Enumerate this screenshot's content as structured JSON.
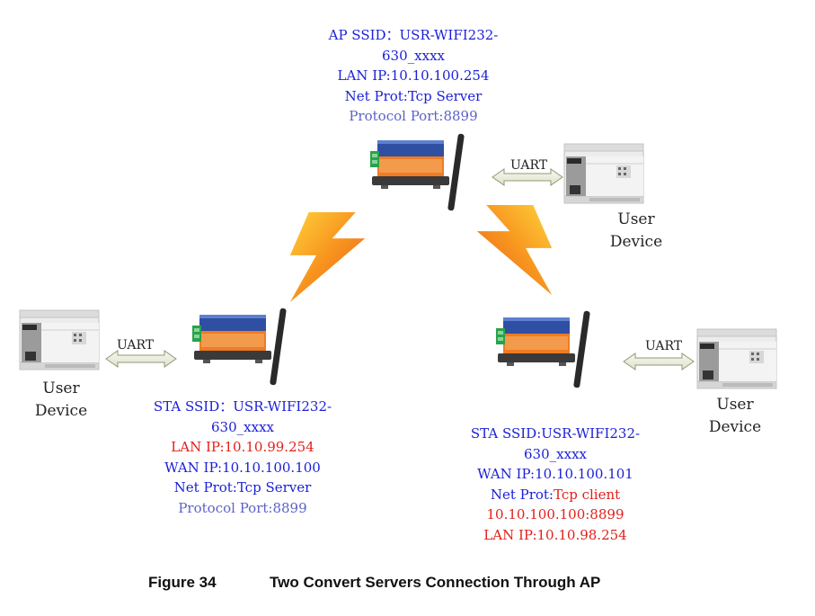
{
  "ap": {
    "ssid_l1": "AP SSID：USR-WIFI232-",
    "ssid_l2": "630_xxxx",
    "lan_ip": "LAN IP:10.10.100.254",
    "net_prot": "Net Prot:Tcp Server",
    "protocol_port": "Protocol Port:8899"
  },
  "sta_left": {
    "ssid_l1": "STA SSID：USR-WIFI232-",
    "ssid_l2": "630_xxxx",
    "lan_ip": "LAN IP:10.10.99.254",
    "wan_ip": "WAN IP:10.10.100.100",
    "net_prot": "Net Prot:Tcp Server",
    "protocol_port": "Protocol Port:8899"
  },
  "sta_right": {
    "ssid_l1": "STA SSID:USR-WIFI232-",
    "ssid_l2": "630_xxxx",
    "wan_ip": "WAN IP:10.10.100.101",
    "net_prot_label": "Net Prot:",
    "net_prot_value": "Tcp client",
    "server_addr": "10.10.100.100:8899",
    "lan_ip": "LAN IP:10.10.98.254"
  },
  "uart_label": "UART",
  "user_device": {
    "line1": "User",
    "line2": "Device"
  },
  "caption": {
    "figure": "Figure 34",
    "title": "Two Convert Servers Connection Through AP"
  },
  "colors": {
    "blue_text": "#1a1fd6",
    "red_text": "#e3201b",
    "purple_text": "#5b62c8",
    "bolt": "#f39a1c"
  }
}
